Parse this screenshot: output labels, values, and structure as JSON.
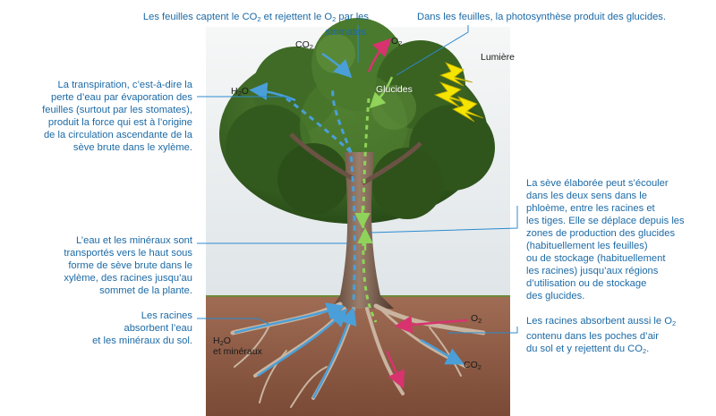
{
  "captions": {
    "top_left": {
      "pre": "Les feuilles captent le CO",
      "sub": "2",
      "mid": " et rejettent le O",
      "sub2": "2",
      "post": " par les stomates."
    },
    "top_right": "Dans les feuilles, la photosynthèse produit des glucides.",
    "transpiration": [
      "La transpiration, c’est-à-dire la",
      "perte d’eau par évaporation des",
      "feuilles (surtout par les stomates),",
      "produit la force qui est à l’origine",
      "de la circulation ascendante de la",
      "sève brute dans le xylème."
    ],
    "xylem": [
      "L’eau et les minéraux sont",
      "transportés vers le haut sous",
      "forme de sève brute dans le",
      "xylème, des racines jusqu’au",
      "sommet de la plante."
    ],
    "roots_absorb": [
      "Les racines",
      "absorbent l’eau",
      "et les minéraux du sol."
    ],
    "phloem": [
      "La sève élaborée peut s’écouler",
      "dans les deux sens dans le",
      "phloème, entre les racines et",
      "les tiges. Elle se déplace depuis les",
      "zones de production des glucides",
      "(habituellement les feuilles)",
      "ou de stockage (habituellement",
      "les racines) jusqu’aux régions",
      "d’utilisation ou de stockage",
      "des glucides."
    ],
    "roots_air": {
      "line1_pre": "Les racines absorbent aussi le O",
      "line1_sub": "2",
      "line2": "contenu dans les poches d’air",
      "line3_pre": "du sol et y rejettent du CO",
      "line3_sub": "2",
      "line3_post": "."
    }
  },
  "labels": {
    "co2_top": {
      "base": "CO",
      "sub": "2"
    },
    "o2_top": {
      "base": "O",
      "sub": "2"
    },
    "h2o_top": {
      "base": "H",
      "sub": "2",
      "post": "O"
    },
    "glucides": "Glucides",
    "lumiere": "Lumière",
    "h2o_roots": {
      "base": "H",
      "sub": "2",
      "post": "O"
    },
    "mineraux": "et minéraux",
    "o2_roots": {
      "base": "O",
      "sub": "2"
    },
    "co2_roots": {
      "base": "CO",
      "sub": "2"
    }
  },
  "colors": {
    "caption_text": "#1c6aa6",
    "leader_line": "#2c8bd0",
    "water_arrow": "#4a9fd8",
    "o2_arrow": "#d8336f",
    "phloem_arrow": "#7cc24a",
    "light_bolt": "#f5e400",
    "soil": "#8b5a44",
    "sky": "#e8ecee"
  }
}
